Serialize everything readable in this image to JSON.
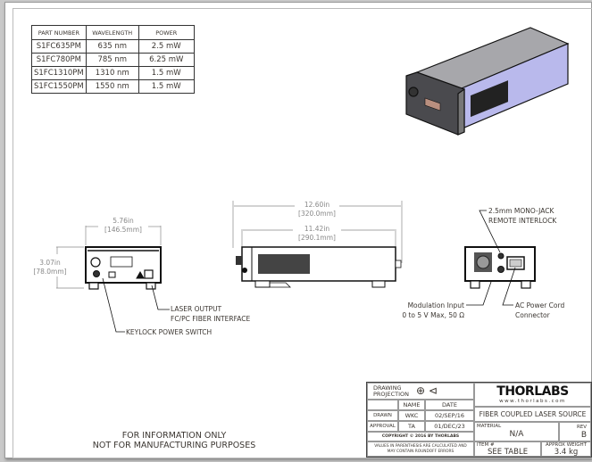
{
  "parts_table": {
    "headers": [
      "PART NUMBER",
      "WAVELENGTH",
      "POWER"
    ],
    "rows": [
      [
        "S1FC635PM",
        "635 nm",
        "2.5 mW"
      ],
      [
        "S1FC780PM",
        "785 nm",
        "6.25 mW"
      ],
      [
        "S1FC1310PM",
        "1310 nm",
        "1.5 mW"
      ],
      [
        "S1FC1550PM",
        "1550 nm",
        "1.5 mW"
      ]
    ]
  },
  "front_view": {
    "width_in": "5.76in",
    "width_mm": "[146.5mm]",
    "height_in": "3.07in",
    "height_mm": "[78.0mm]",
    "callout_output_1": "LASER OUTPUT",
    "callout_output_2": "FC/PC FIBER INTERFACE",
    "callout_keylock": "KEYLOCK POWER SWITCH"
  },
  "side_view": {
    "overall_in": "12.60in",
    "overall_mm": "[320.0mm]",
    "body_in": "11.42in",
    "body_mm": "[290.1mm]"
  },
  "rear_view": {
    "interlock_1": "2.5mm MONO-JACK",
    "interlock_2": "REMOTE INTERLOCK",
    "mod_1": "Modulation Input",
    "mod_2": "0 to 5 V Max, 50 Ω",
    "ac_1": "AC Power Cord",
    "ac_2": "Connector"
  },
  "notice": {
    "line1": "FOR INFORMATION ONLY",
    "line2": "NOT FOR MANUFACTURING PURPOSES"
  },
  "title_block": {
    "drawing_projection": "DRAWING PROJECTION",
    "name_header": "NAME",
    "date_header": "DATE",
    "drawn_label": "DRAWN",
    "drawn_name": "WKC",
    "drawn_date": "02/SEP/16",
    "approval_label": "APPROVAL",
    "approval_name": "TA",
    "approval_date": "01/DEC/23",
    "copyright": "COPYRIGHT © 2016 BY THORLABS",
    "values_note": "VALUES IN PARENTHESIS ARE CALCULATED AND MAY CONTAIN ROUNDOFF ERRORS",
    "logo_text": "THORLABS",
    "website": "www.thorlabs.com",
    "title": "FIBER COUPLED LASER SOURCE",
    "material_label": "MATERIAL",
    "material": "N/A",
    "rev_label": "REV",
    "rev": "B",
    "item_label": "ITEM #",
    "item": "SEE TABLE",
    "weight_label": "APPROX WEIGHT",
    "weight": "3.4 kg"
  }
}
